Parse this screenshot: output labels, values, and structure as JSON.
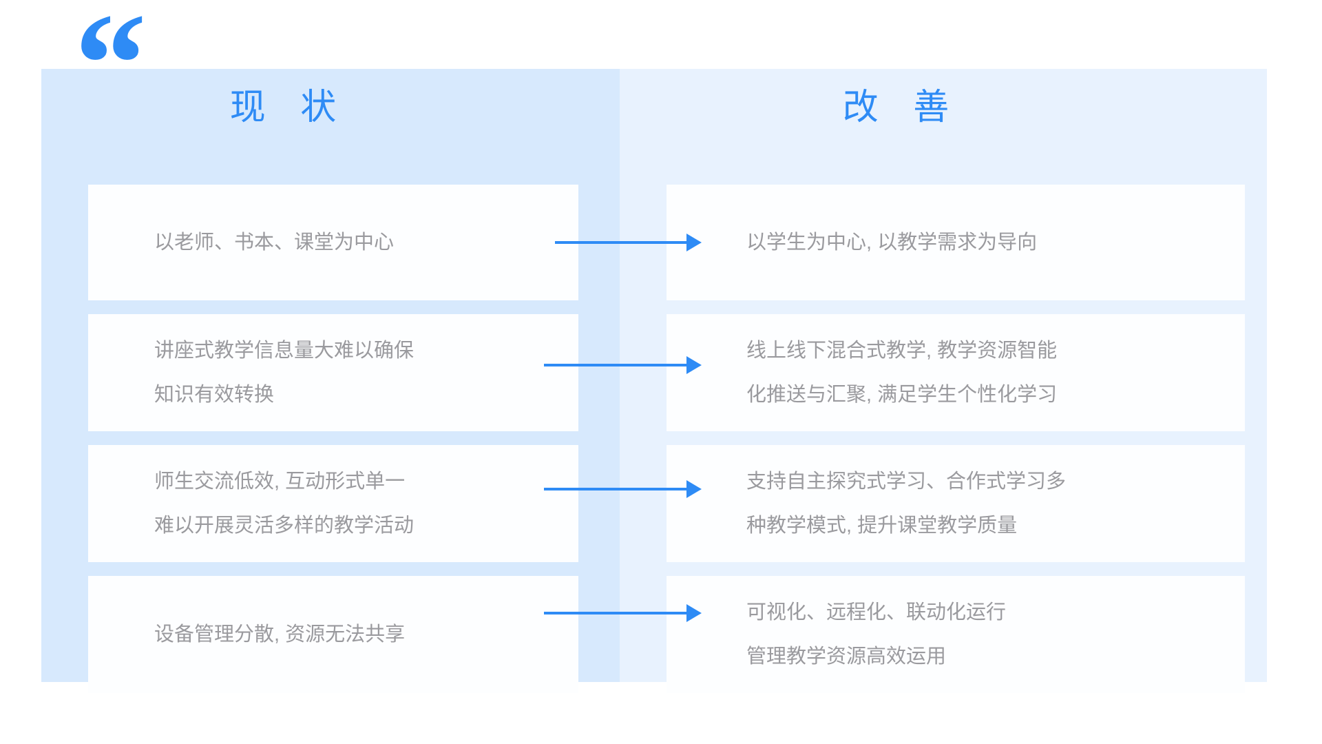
{
  "headings": {
    "left": "现 状",
    "right": "改 善"
  },
  "decor": {
    "quote_open": "“",
    "quote_close": "”"
  },
  "rows": [
    {
      "current": [
        "以老师、书本、课堂为中心"
      ],
      "improved": [
        "以学生为中心, 以教学需求为导向"
      ]
    },
    {
      "current": [
        "讲座式教学信息量大难以确保",
        "知识有效转换"
      ],
      "improved": [
        "线上线下混合式教学, 教学资源智能",
        "化推送与汇聚, 满足学生个性化学习"
      ]
    },
    {
      "current": [
        "师生交流低效, 互动形式单一",
        "难以开展灵活多样的教学活动"
      ],
      "improved": [
        "支持自主探究式学习、合作式学习多",
        "种教学模式, 提升课堂教学质量"
      ]
    },
    {
      "current": [
        "设备管理分散, 资源无法共享"
      ],
      "improved": [
        "可视化、远程化、联动化运行",
        "管理教学资源高效运用"
      ]
    }
  ],
  "colors": {
    "accent": "#2e8bf5",
    "panel_left_bg": "#d7e9fd",
    "panel_right_bg": "#e8f2fe",
    "card_bg": "#fdfeff",
    "text": "#9a9a9e"
  }
}
